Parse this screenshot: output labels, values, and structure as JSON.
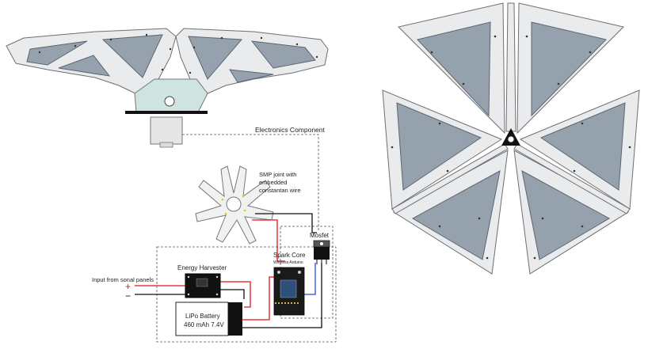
{
  "labels": {
    "electronics_component": "Electronics Component",
    "smp_joint_line1": "SMP joint with",
    "smp_joint_line2": "embedded",
    "smp_joint_line3": "constantan wire",
    "mosfet": "Mosfet",
    "spark_core": "Spark Core",
    "spark_core_sub": "Wireless Arduino",
    "energy_harvester": "Energy Harvester",
    "input_label": "Input from sonal panels",
    "battery_line1": "LiPo Battery",
    "battery_line2": "460 mAh 7.4V",
    "plus_sign": "+",
    "minus_sign": "−"
  },
  "colors": {
    "panel_fill": "#e9ebec",
    "glass": "#95a2ad",
    "joint_tint": "#cfe3e1",
    "wire_positive": "#e0141a",
    "wire_negative": "#111111",
    "wire_signal": "#2a4fd0"
  }
}
